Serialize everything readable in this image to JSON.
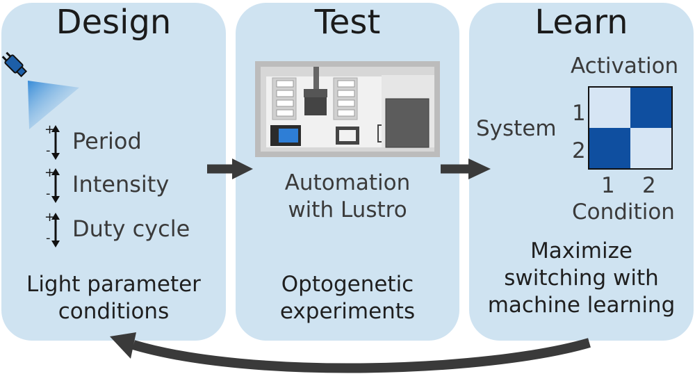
{
  "panels": {
    "design": {
      "title": "Design",
      "params": [
        "Period",
        "Intensity",
        "Duty cycle"
      ],
      "plus_sign": "+",
      "minus_sign": "-",
      "caption": [
        "Light parameter",
        "conditions"
      ]
    },
    "test": {
      "title": "Test",
      "subtitle": [
        "Automation",
        "with Lustro"
      ],
      "caption": [
        "Optogenetic",
        "experiments"
      ]
    },
    "learn": {
      "title": "Learn",
      "heatmap": {
        "top_label": "Activation",
        "row_label": "System",
        "col_label": "Condition",
        "rows": [
          "1",
          "2"
        ],
        "cols": [
          "1",
          "2"
        ],
        "values": [
          [
            0,
            1
          ],
          [
            1,
            0
          ]
        ]
      },
      "caption": [
        "Maximize",
        "switching with",
        "machine learning"
      ]
    }
  },
  "colors": {
    "panel": "#cfe3f1",
    "arrow": "#3a3a3a",
    "heat_high": "#0f4fa0",
    "heat_low": "#d6e5f4"
  },
  "icons": {
    "light_source": "plug-lightbulb-icon",
    "robot": "lab-robot-icon"
  }
}
